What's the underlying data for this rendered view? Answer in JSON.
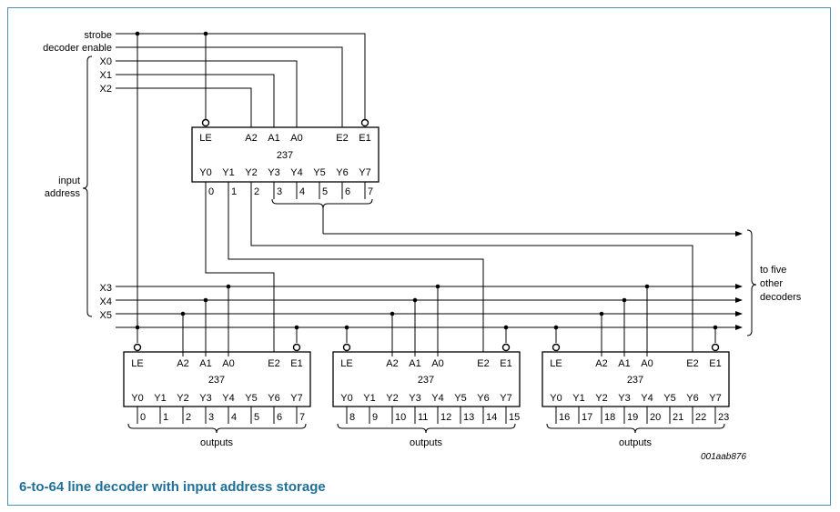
{
  "caption": "6-to-64 line decoder with input address storage",
  "figure_ref": "001aab876",
  "inputs": {
    "strobe": "strobe",
    "decoder_enable": "decoder enable",
    "x0": "X0",
    "x1": "X1",
    "x2": "X2",
    "x3": "X3",
    "x4": "X4",
    "x5": "X5",
    "input_address": [
      "input",
      "address"
    ]
  },
  "to_other": [
    "to five",
    "other",
    "decoders"
  ],
  "outputs_label": "outputs",
  "chip": {
    "name": "237",
    "top_pins": [
      "LE",
      "A2",
      "A1",
      "A0",
      "E2",
      "E1"
    ],
    "bottom_pins": [
      "Y0",
      "Y1",
      "Y2",
      "Y3",
      "Y4",
      "Y5",
      "Y6",
      "Y7"
    ]
  },
  "top_chip_outputs": [
    "0",
    "1",
    "2",
    "3",
    "4",
    "5",
    "6",
    "7"
  ],
  "bottom_chips": [
    {
      "outputs": [
        "0",
        "1",
        "2",
        "3",
        "4",
        "5",
        "6",
        "7"
      ]
    },
    {
      "outputs": [
        "8",
        "9",
        "10",
        "11",
        "12",
        "13",
        "14",
        "15"
      ]
    },
    {
      "outputs": [
        "16",
        "17",
        "18",
        "19",
        "20",
        "21",
        "22",
        "23"
      ]
    }
  ]
}
